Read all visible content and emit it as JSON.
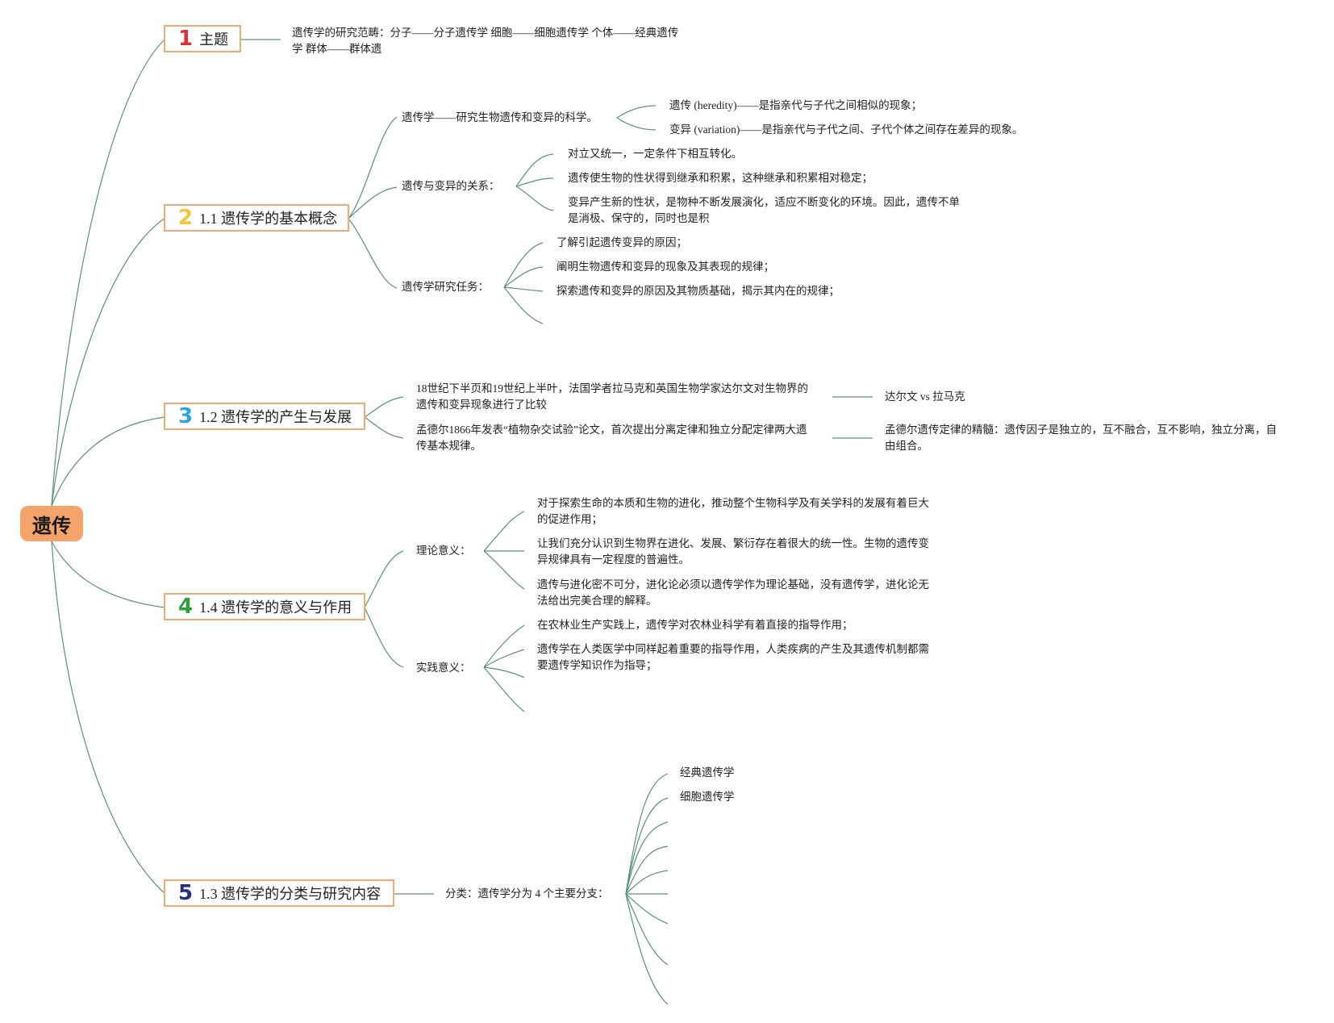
{
  "root": {
    "label": "遗传"
  },
  "topics": [
    {
      "num": "1",
      "label": "主题",
      "color": "#e0313b"
    },
    {
      "num": "2",
      "label": "1.1 遗传学的基本概念",
      "color": "#f2c43a"
    },
    {
      "num": "3",
      "label": "1.2 遗传学的产生与发展",
      "color": "#2aa6dc"
    },
    {
      "num": "4",
      "label": "1.4 遗传学的意义与作用",
      "color": "#2e9e3a"
    },
    {
      "num": "5",
      "label": "1.3 遗传学的分类与研究内容",
      "color": "#23317a"
    }
  ],
  "t1": {
    "text": "遗传学的研究范畴：分子——分子遗传学 细胞——细胞遗传学 个体——经典遗传学 群体——群体遗"
  },
  "t2": {
    "def": "遗传学——研究生物遗传和变异的科学。",
    "heredity": "遗传 (heredity)——是指亲代与子代之间相似的现象；",
    "variation": "变异 (variation)——是指亲代与子代之间、子代个体之间存在差异的现象。",
    "relation": "遗传与变异的关系：",
    "rel_items": [
      "对立又统一，一定条件下相互转化。",
      "遗传使生物的性状得到继承和积累，这种继承和积累相对稳定；",
      "变异产生新的性状，是物种不断发展演化，适应不断变化的环境。因此，遗传不单是消极、保守的，同时也是积"
    ],
    "tasks": "遗传学研究任务：",
    "task_items": [
      "了解引起遗传变异的原因；",
      "阐明生物遗传和变异的现象及其表现的规律；",
      "探索遗传和变异的原因及其物质基础，揭示其内在的规律；"
    ]
  },
  "t3": {
    "a": "18世纪下半页和19世纪上半叶，法国学者拉马克和英国生物学家达尔文对生物界的遗传和变异现象进行了比较",
    "a_sub": "达尔文 vs 拉马克",
    "b": "孟德尔1866年发表“植物杂交试验”论文，首次提出分离定律和独立分配定律两大遗传基本规律。",
    "b_sub": "孟德尔遗传定律的精髓：遗传因子是独立的，互不融合，互不影响，独立分离，自由组合。"
  },
  "t4": {
    "theory": "理论意义：",
    "theory_items": [
      "对于探索生命的本质和生物的进化，推动整个生物科学及有关学科的发展有着巨大的促进作用；",
      "让我们充分认识到生物界在进化、发展、繁衍存在着很大的统一性。生物的遗传变异规律具有一定程度的普遍性。",
      "遗传与进化密不可分，进化论必须以遗传学作为理论基础，没有遗传学，进化论无法给出完美合理的解释。"
    ],
    "practice": "实践意义：",
    "practice_items": [
      "在农林业生产实践上，遗传学对农林业科学有着直接的指导作用；",
      "遗传学在人类医学中同样起着重要的指导作用，人类疾病的产生及其遗传机制都需要遗传学知识作为指导；"
    ]
  },
  "t5": {
    "classify": "分类：遗传学分为 4 个主要分支：",
    "branches": [
      "经典遗传学",
      "细胞遗传学"
    ]
  }
}
